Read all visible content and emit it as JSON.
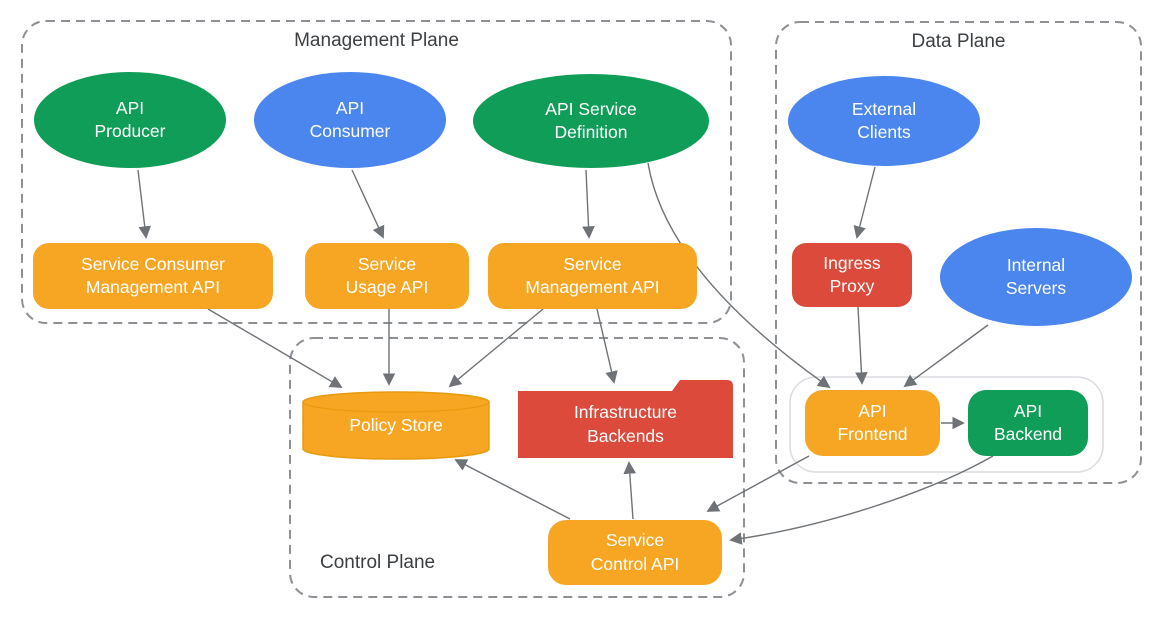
{
  "colors": {
    "green": "#0F9D58",
    "blue": "#4A86EE",
    "orange": "#F6A622",
    "orangeDark": "#E79A10",
    "red": "#DB4A3B",
    "line": "#6F7377",
    "border": "#8D9196",
    "innerBorder": "#DADCE0",
    "title": "#3C4043"
  },
  "planes": {
    "management": {
      "title": "Management Plane"
    },
    "data": {
      "title": "Data Plane"
    },
    "control": {
      "title": "Control Plane"
    }
  },
  "nodes": {
    "api_producer": {
      "shape": "ellipse",
      "color": "green",
      "lines": [
        "API",
        "Producer"
      ]
    },
    "api_consumer": {
      "shape": "ellipse",
      "color": "blue",
      "lines": [
        "API",
        "Consumer"
      ]
    },
    "api_service_definition": {
      "shape": "ellipse",
      "color": "green",
      "lines": [
        "API Service",
        "Definition"
      ]
    },
    "service_consumer_management_api": {
      "shape": "rounded-rect",
      "color": "orange",
      "lines": [
        "Service Consumer",
        "Management API"
      ]
    },
    "service_usage_api": {
      "shape": "rounded-rect",
      "color": "orange",
      "lines": [
        "Service",
        "Usage API"
      ]
    },
    "service_management_api": {
      "shape": "rounded-rect",
      "color": "orange",
      "lines": [
        "Service",
        "Management API"
      ]
    },
    "external_clients": {
      "shape": "ellipse",
      "color": "blue",
      "lines": [
        "External",
        "Clients"
      ]
    },
    "ingress_proxy": {
      "shape": "rounded-rect",
      "color": "red",
      "lines": [
        "Ingress",
        "Proxy"
      ]
    },
    "internal_servers": {
      "shape": "ellipse",
      "color": "blue",
      "lines": [
        "Internal",
        "Servers"
      ]
    },
    "api_frontend": {
      "shape": "rounded-rect",
      "color": "orange",
      "lines": [
        "API",
        "Frontend"
      ]
    },
    "api_backend": {
      "shape": "rounded-rect",
      "color": "green",
      "lines": [
        "API",
        "Backend"
      ]
    },
    "policy_store": {
      "shape": "cylinder",
      "color": "orange",
      "lines": [
        "Policy Store"
      ]
    },
    "infrastructure_backends": {
      "shape": "folder",
      "color": "red",
      "lines": [
        "Infrastructure",
        "Backends"
      ]
    },
    "service_control_api": {
      "shape": "rounded-rect",
      "color": "orange",
      "lines": [
        "Service",
        "Control API"
      ]
    }
  },
  "edges": [
    {
      "from": "api_producer",
      "to": "service_consumer_management_api"
    },
    {
      "from": "api_consumer",
      "to": "service_usage_api"
    },
    {
      "from": "api_service_definition",
      "to": "service_management_api"
    },
    {
      "from": "api_service_definition",
      "to": "api_frontend"
    },
    {
      "from": "service_consumer_management_api",
      "to": "policy_store"
    },
    {
      "from": "service_usage_api",
      "to": "policy_store"
    },
    {
      "from": "service_management_api",
      "to": "policy_store"
    },
    {
      "from": "service_management_api",
      "to": "infrastructure_backends"
    },
    {
      "from": "external_clients",
      "to": "ingress_proxy"
    },
    {
      "from": "ingress_proxy",
      "to": "api_frontend"
    },
    {
      "from": "internal_servers",
      "to": "api_frontend"
    },
    {
      "from": "api_frontend",
      "to": "api_backend"
    },
    {
      "from": "api_frontend",
      "to": "service_control_api"
    },
    {
      "from": "api_backend",
      "to": "service_control_api"
    },
    {
      "from": "service_control_api",
      "to": "policy_store"
    },
    {
      "from": "service_control_api",
      "to": "infrastructure_backends"
    }
  ]
}
